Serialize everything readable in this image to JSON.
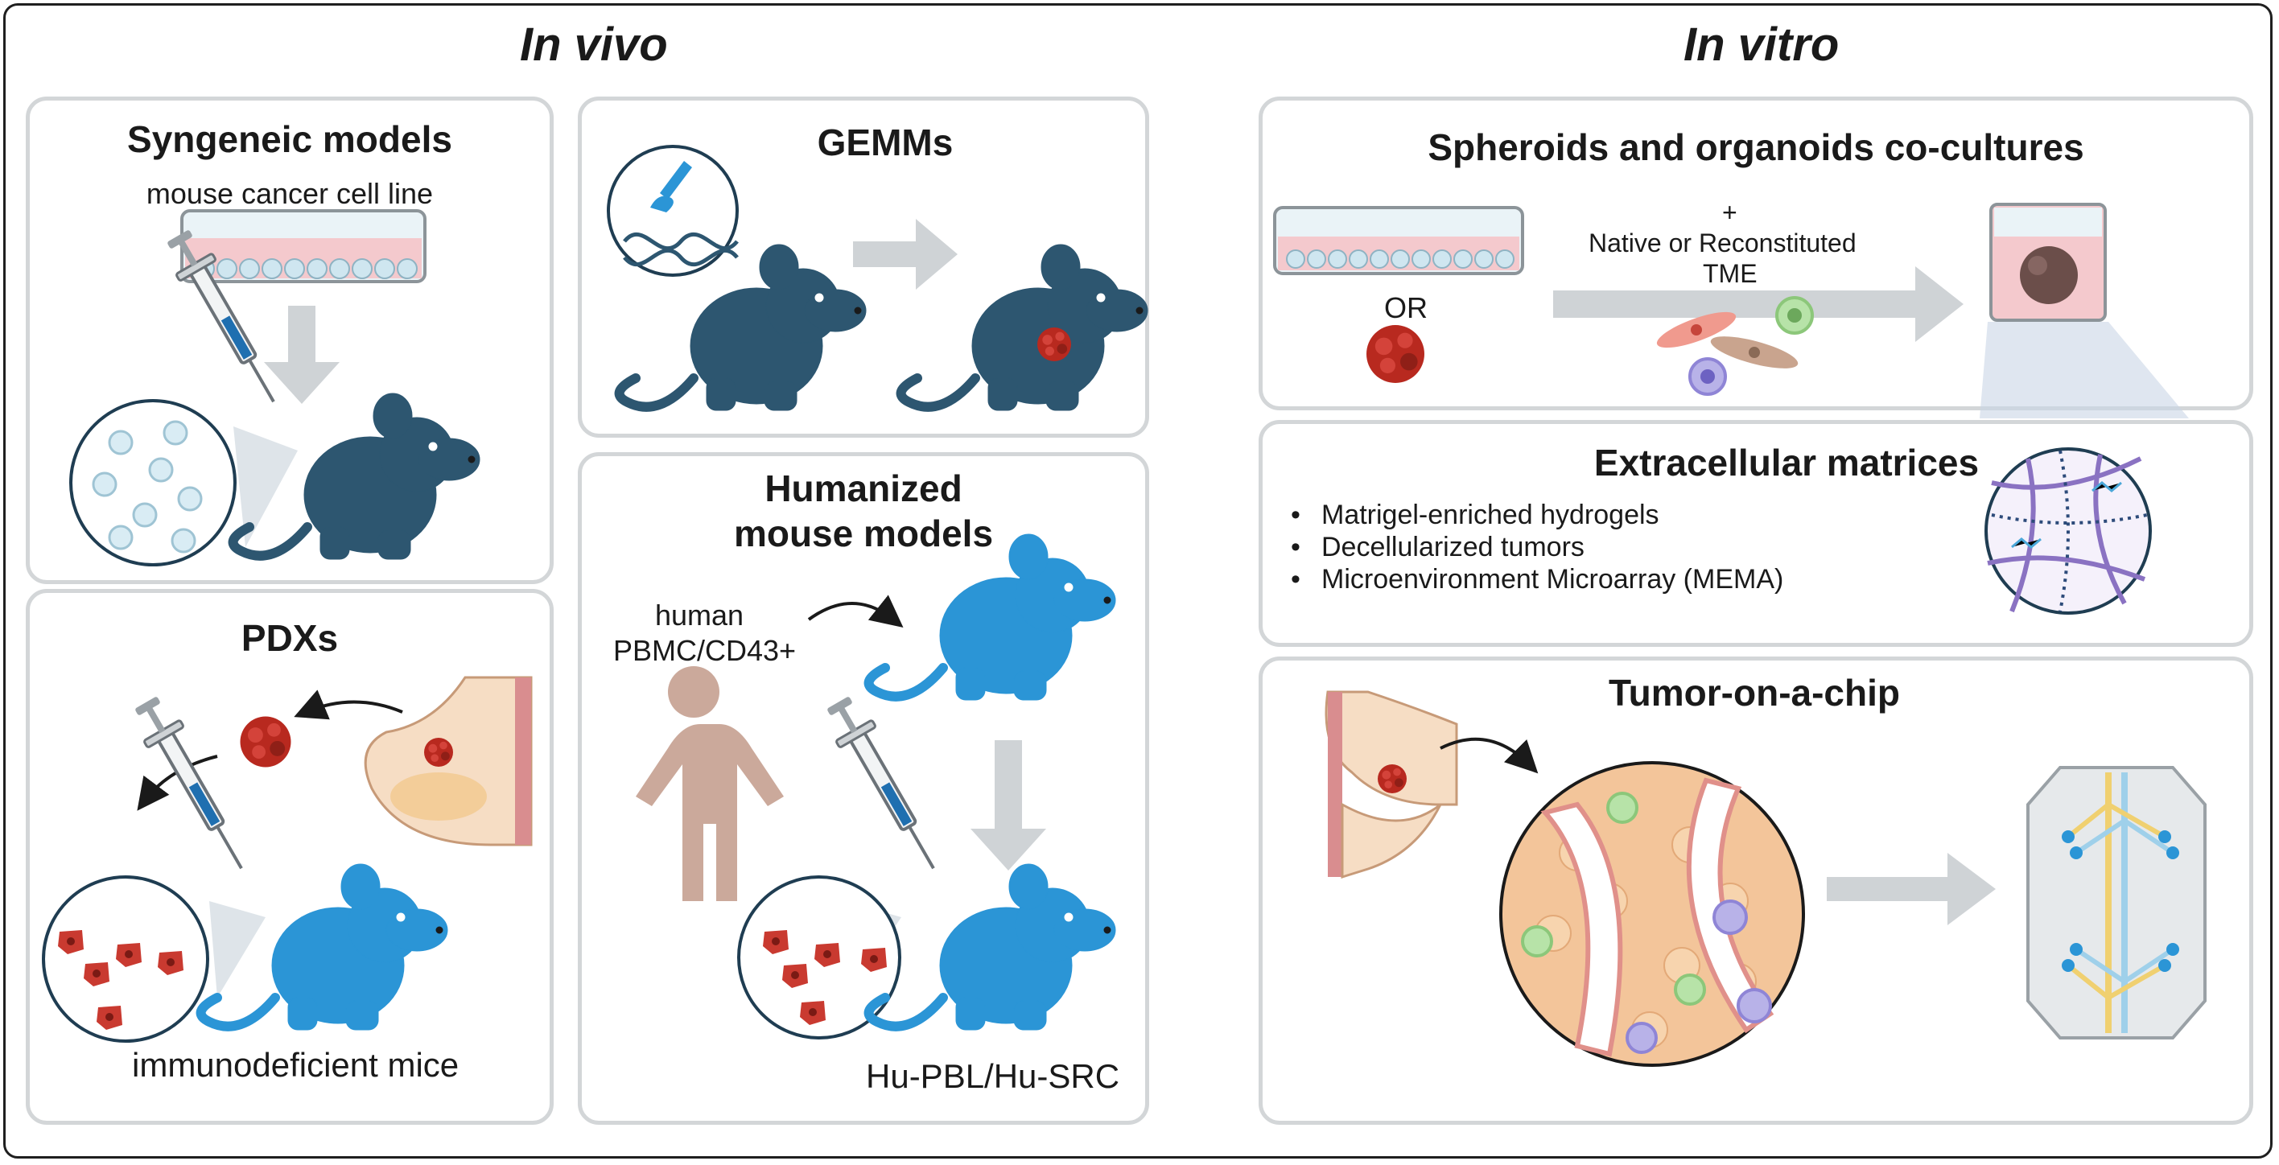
{
  "sections": {
    "in_vivo": "In vivo",
    "in_vitro": "In vitro"
  },
  "panels": {
    "syngeneic": {
      "title": "Syngeneic models",
      "caption": "mouse cancer cell line"
    },
    "gemms": {
      "title": "GEMMs"
    },
    "pdxs": {
      "title": "PDXs",
      "caption": "immunodeficient mice"
    },
    "humanized": {
      "title_line1": "Humanized",
      "title_line2": "mouse models",
      "human_label_line1": "human",
      "human_label_line2": "PBMC/CD43+",
      "caption": "Hu-PBL/Hu-SRC"
    },
    "spheroids": {
      "title": "Spheroids and organoids co-cultures",
      "or_label": "OR",
      "plus": "+",
      "tme_line1": "Native or Reconstituted",
      "tme_line2": "TME"
    },
    "ecm": {
      "title": "Extracellular matrices",
      "items": [
        "Matrigel-enriched hydrogels",
        "Decellularized tumors",
        "Microenvironment Microarray (MEMA)"
      ]
    },
    "chip": {
      "title": "Tumor-on-a-chip"
    }
  },
  "colors": {
    "mouse_dark": "#2d5670",
    "mouse_blue": "#2b95d6",
    "tumor_red": "#b8291f",
    "arrow_gray": "#cfd3d6",
    "panel_border": "#d3d6d8",
    "human_figure": "#cba99b"
  }
}
